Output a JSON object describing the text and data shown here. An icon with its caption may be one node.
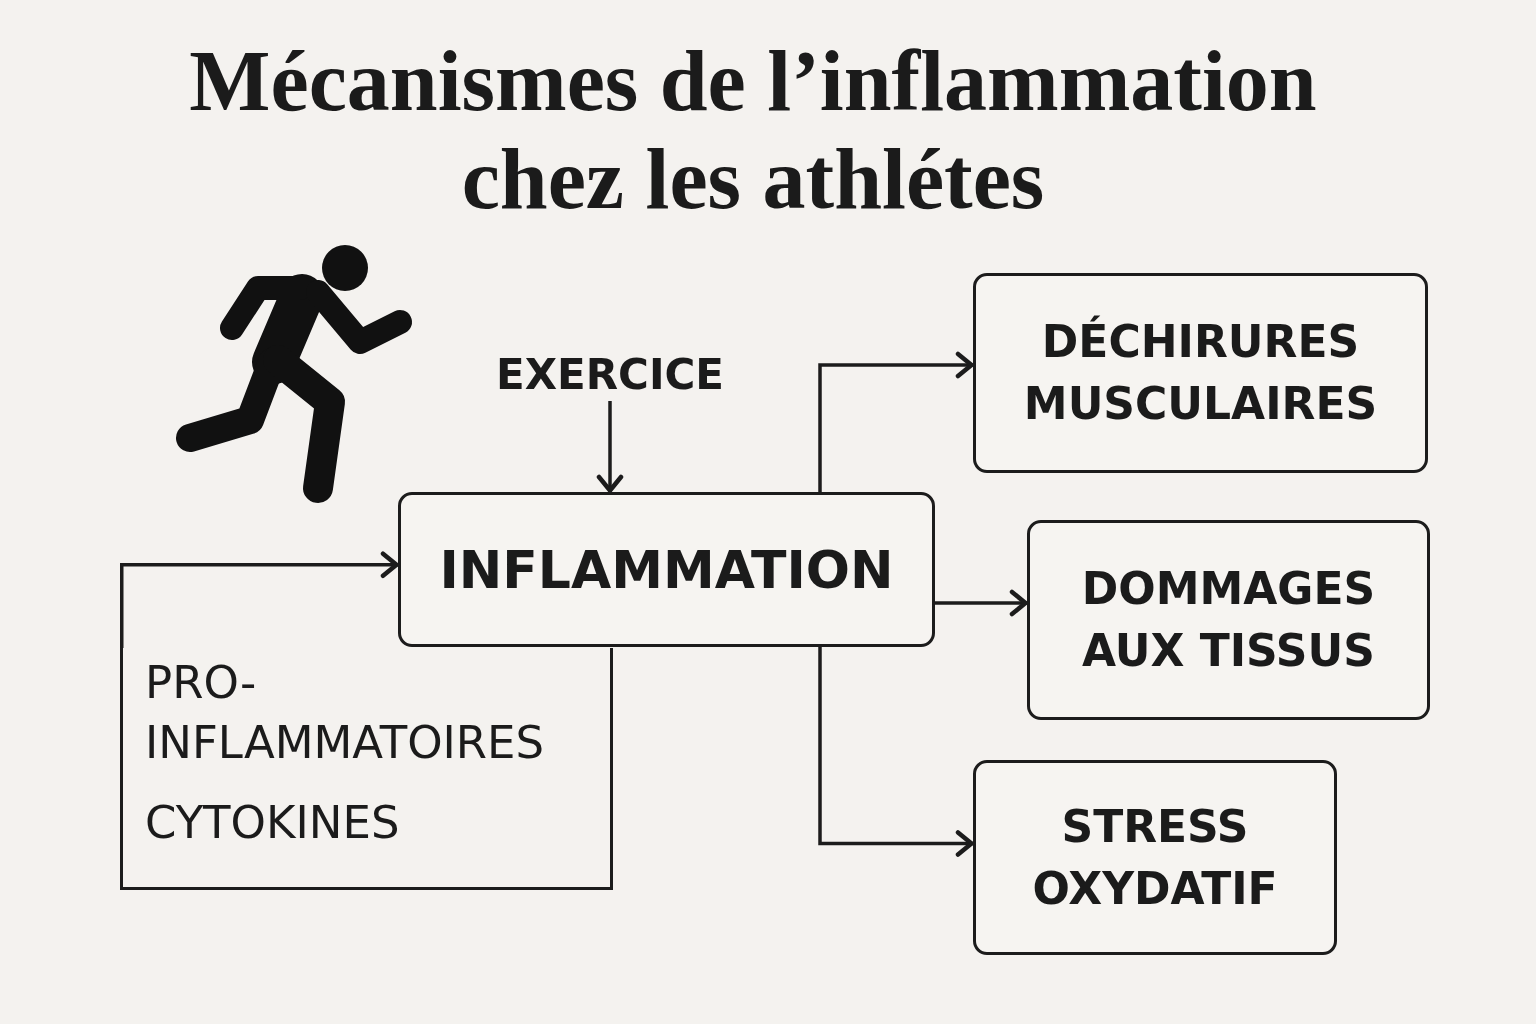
{
  "diagram": {
    "title": "Mécanismes de l’inflammation chez les athlétes",
    "nodes": [
      {
        "text": [
          "EXERCICE"
        ]
      },
      {
        "text": [
          "INFLAMMATION"
        ]
      },
      {
        "text": [
          "PRO- INFLAMMATOIRES",
          "CYTOKINES"
        ]
      },
      {
        "text": [
          "DÉCHIRURES MUSCULAIRES"
        ]
      },
      {
        "text": [
          "DOMMAGES AUX TISSUS"
        ]
      },
      {
        "text": [
          "STRESS OXYDATIF"
        ]
      }
    ],
    "edges": [
      {
        "from": 0,
        "to": 1,
        "arrow": "to"
      },
      {
        "from": 2,
        "to": 1,
        "arrow": "to"
      },
      {
        "from": 1,
        "to": 3,
        "arrow": "to"
      },
      {
        "from": 1,
        "to": 4,
        "arrow": "to"
      },
      {
        "from": 1,
        "to": 5,
        "arrow": "to"
      }
    ]
  }
}
